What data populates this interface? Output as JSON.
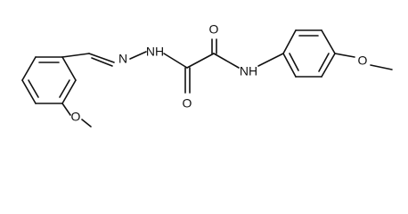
{
  "molecule": {
    "atoms": {
      "hydrazone_n": "N",
      "hydrazide_nh": "NH",
      "carbonyl_o_left": "O",
      "carbonyl_o_right": "O",
      "amide_nh": "NH",
      "methoxy_o_right": "O",
      "methoxy_o_left": "O"
    }
  }
}
